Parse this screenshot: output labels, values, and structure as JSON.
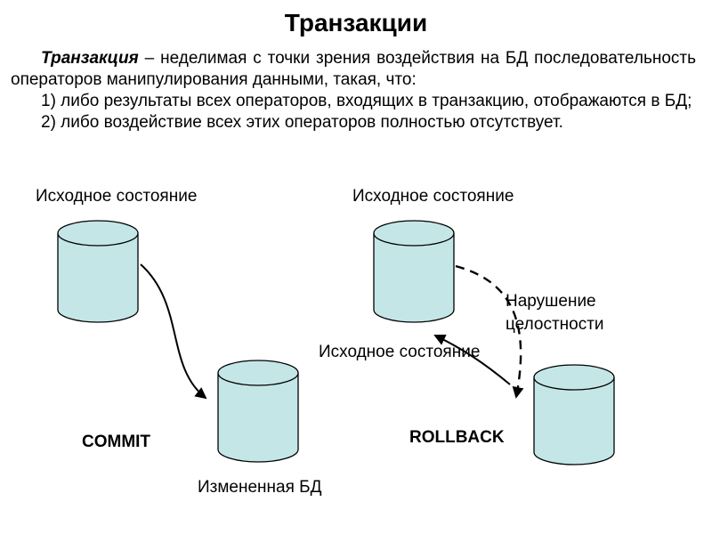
{
  "slide": {
    "title": "Транзакции",
    "definition": {
      "term": "Транзакция",
      "text": " – неделимая с точки зрения воздействия на БД последовательность операторов манипулирования данными, такая, что:",
      "clause1": "1) либо результаты всех операторов, входящих в транзакцию, отображаются в БД;",
      "clause2": "2) либо воздействие всех этих операторов полностью отсутствует."
    },
    "commit_diagram": {
      "initial_state_label": "Исходное состояние",
      "action_label": "COMMIT",
      "result_label": "Измененная БД"
    },
    "rollback_diagram": {
      "initial_state_label": "Исходное состояние",
      "returned_state_label": "Исходное состояние",
      "violation_label": "Нарушение целостности",
      "action_label": "ROLLBACK"
    },
    "icons": {
      "database": "database-cylinder-icon"
    },
    "colors": {
      "cylinder_fill": "#c5e6e7",
      "stroke": "#000000",
      "background": "#ffffff"
    }
  }
}
